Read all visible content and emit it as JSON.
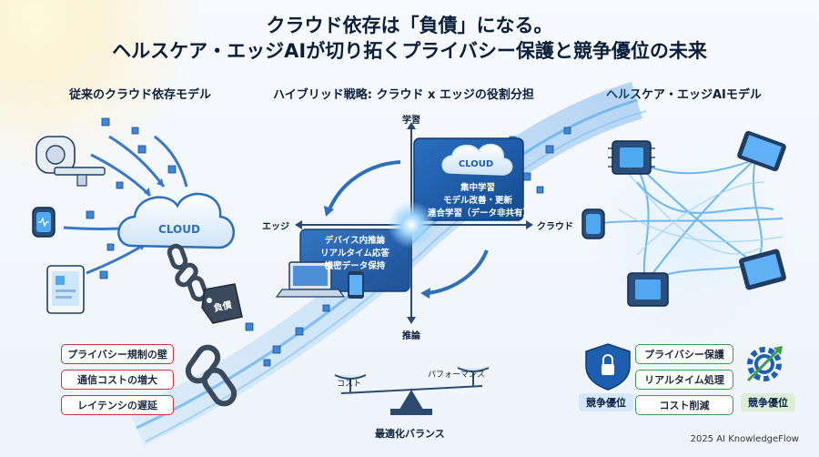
{
  "title": {
    "line1": "クラウド依存は「負債」になる。",
    "line2": "ヘルスケア・エッジAIが切り拓くプライバシー保護と競争優位の未来"
  },
  "left": {
    "heading": "従来のクラウド依存モデル",
    "cloud_label": "CLOUD",
    "tag_label": "負債",
    "issues": [
      "プライバシー規制の壁",
      "通信コストの増大",
      "レイテンシの遅延"
    ]
  },
  "center": {
    "heading": "ハイブリッド戦略: クラウド x エッジの役割分担",
    "axis_top": "学習",
    "axis_bottom": "推論",
    "axis_left": "エッジ",
    "axis_right": "クラウド",
    "cloud_label": "CLOUD",
    "cloud_lines": [
      "集中学習",
      "モデル改善・更新",
      "連合学習（データ非共有）"
    ],
    "edge_lines": [
      "デバイス内推論",
      "リアルタイム応答",
      "機密データ保持"
    ],
    "scale_left": "コスト",
    "scale_right": "パフォーマンス",
    "scale_caption": "最適化バランス"
  },
  "right": {
    "heading": "ヘルスケア・エッジAIモデル",
    "benefits": [
      "プライバシー保護",
      "リアルタイム処理",
      "コスト削減"
    ],
    "badge_left": "競争優位",
    "badge_right": "競争優位"
  },
  "footer": {
    "copyright": "2025 AI KnowledgeFlow"
  },
  "colors": {
    "accent_blue": "#1d6fc9",
    "navy": "#0b1f3a",
    "red_border": "#c9343a",
    "green_border": "#3f9a4e"
  }
}
